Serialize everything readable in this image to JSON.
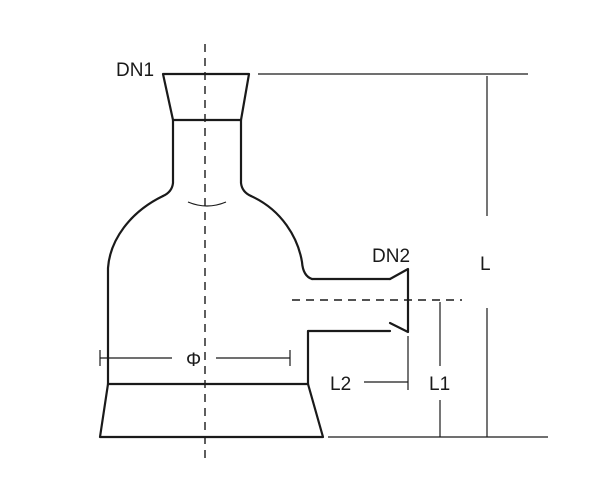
{
  "labels": {
    "dn1": "DN1",
    "dn2": "DN2",
    "length_total": "L",
    "length_side": "L1",
    "length_offset": "L2",
    "diameter": "Φ"
  }
}
